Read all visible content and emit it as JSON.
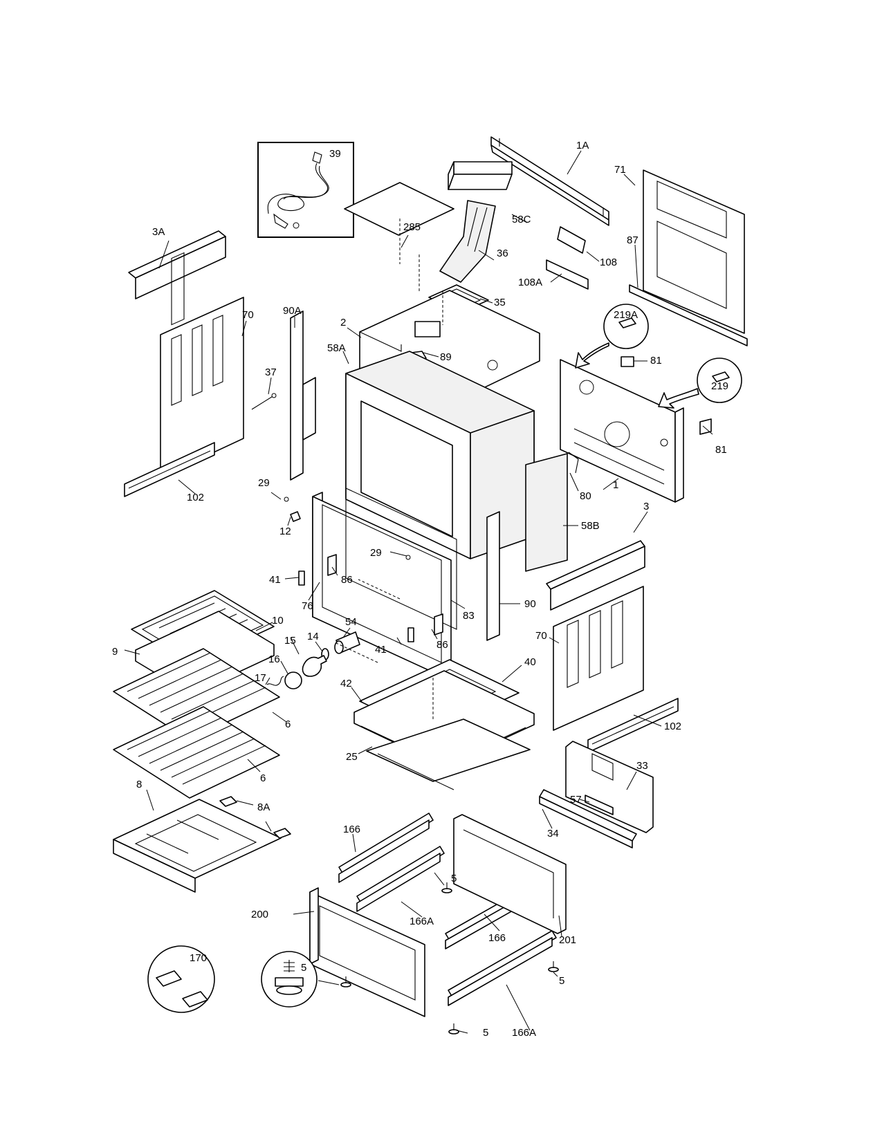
{
  "diagram": {
    "callouts": {
      "c_1A": "1A",
      "c_39": "39",
      "c_71": "71",
      "c_58C": "58C",
      "c_3A": "3A",
      "c_285": "285",
      "c_36": "36",
      "c_87": "87",
      "c_108": "108",
      "c_108A": "108A",
      "c_35": "35",
      "c_90A": "90A",
      "c_70_left": "70",
      "c_2": "2",
      "c_219A": "219A",
      "c_58A": "58A",
      "c_89": "89",
      "c_81_top": "81",
      "c_219": "219",
      "c_37": "37",
      "c_81_bottom": "81",
      "c_102_left": "102",
      "c_29_top": "29",
      "c_80": "80",
      "c_1": "1",
      "c_12": "12",
      "c_3": "3",
      "c_58B": "58B",
      "c_29_mid": "29",
      "c_41_left": "41",
      "c_86_left": "86",
      "c_90": "90",
      "c_76": "76",
      "c_10": "10",
      "c_54": "54",
      "c_83": "83",
      "c_15": "15",
      "c_14": "14",
      "c_70_right": "70",
      "c_9": "9",
      "c_86_right": "86",
      "c_41_right": "41",
      "c_16": "16",
      "c_40": "40",
      "c_17": "17",
      "c_42": "42",
      "c_6_top": "6",
      "c_102_right": "102",
      "c_25": "25",
      "c_6_bottom": "6",
      "c_33": "33",
      "c_8": "8",
      "c_8A": "8A",
      "c_57": "57",
      "c_34": "34",
      "c_166_top": "166",
      "c_5_mid": "5",
      "c_200": "200",
      "c_166A_top": "166A",
      "c_166_right": "166",
      "c_201": "201",
      "c_170": "170",
      "c_5_circle": "5",
      "c_5_right": "5",
      "c_5_bottom": "5",
      "c_166A_bottom": "166A"
    }
  }
}
